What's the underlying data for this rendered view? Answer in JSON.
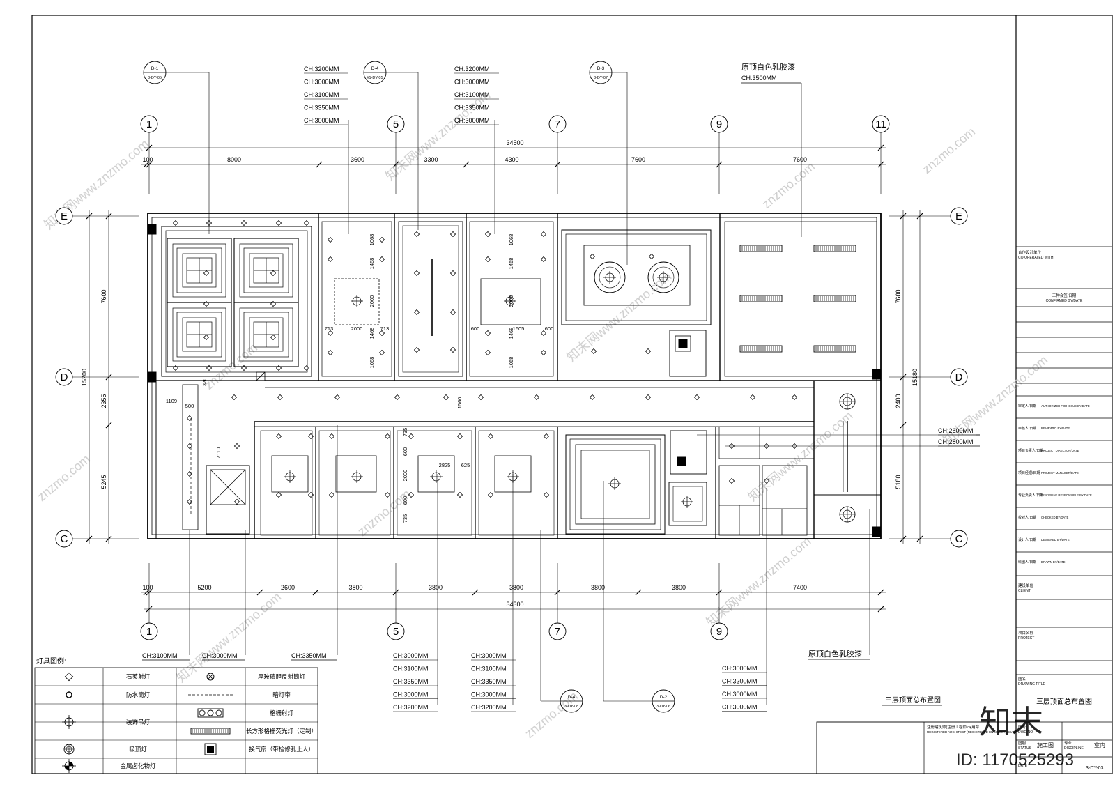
{
  "grid": {
    "top_axes": [
      "1",
      "5",
      "7",
      "9",
      "11"
    ],
    "bottom_axes": [
      "1",
      "5",
      "7",
      "9"
    ],
    "rows_left": [
      "E",
      "D",
      "C"
    ],
    "rows_right": [
      "E",
      "D",
      "C"
    ]
  },
  "dimensions": {
    "top_total": "34500",
    "top_segments": [
      "100",
      "8000",
      "3600",
      "3300",
      "4300",
      "7600",
      "7600"
    ],
    "bottom_total": "34300",
    "bottom_segments": [
      "100",
      "5200",
      "2600",
      "3800",
      "3800",
      "3800",
      "3800",
      "3800",
      "7400"
    ],
    "left_total": "15200",
    "left_segments": [
      "7600",
      "2355",
      "5245"
    ],
    "right_total": "15180",
    "right_segments": [
      "7600",
      "2400",
      "5180"
    ],
    "inner": [
      "1068",
      "1468",
      "2000",
      "1468",
      "1068",
      "713",
      "2000",
      "713",
      "1068",
      "1468",
      "2000",
      "1468",
      "1068",
      "600",
      "1605",
      "600",
      "1560",
      "735",
      "600",
      "2000",
      "600",
      "735",
      "2825",
      "625",
      "1109",
      "500",
      "7110",
      "370"
    ]
  },
  "callouts": {
    "d1": {
      "top": "D-1",
      "bottom": "3-DY-05"
    },
    "d4a": {
      "top": "D-4",
      "bottom": "#1-DY-05"
    },
    "d3": {
      "top": "D-3",
      "bottom": "3-DY-07"
    },
    "d4b": {
      "top": "D-4",
      "bottom": "3-DY-08"
    },
    "d2": {
      "top": "D-2",
      "bottom": "3-DY-06"
    }
  },
  "notes": {
    "ch_top_a": [
      "CH:3200MM",
      "CH:3000MM",
      "CH:3100MM",
      "CH:3350MM",
      "CH:3000MM"
    ],
    "ch_top_b": [
      "CH:3200MM",
      "CH:3000MM",
      "CH:3100MM",
      "CH:3350MM",
      "CH:3000MM"
    ],
    "paint_top": "原顶白色乳胶漆",
    "paint_top_ch": "CH:3500MM",
    "ch_right": [
      "CH:2600MM",
      "CH:2800MM"
    ],
    "ch_bottom_1": "CH:3100MM",
    "ch_bottom_2": "CH:3000MM",
    "ch_bottom_3": "CH:3350MM",
    "ch_bottom_a": [
      "CH:3000MM",
      "CH:3100MM",
      "CH:3350MM",
      "CH:3000MM",
      "CH:3200MM"
    ],
    "ch_bottom_b": [
      "CH:3000MM",
      "CH:3100MM",
      "CH:3350MM",
      "CH:3000MM",
      "CH:3200MM"
    ],
    "ch_bottom_c": [
      "CH:3000MM",
      "CH:3200MM",
      "CH:3000MM",
      "CH:3000MM"
    ],
    "paint_bottom": "原顶白色乳胶漆",
    "drawing_caption": "三层顶面总布置图"
  },
  "legend": {
    "title": "灯具图例:",
    "items": [
      {
        "icon": "downlight-icon",
        "label": "石英射灯"
      },
      {
        "icon": "reflector-lamp-icon",
        "label": "厚玻璃胆反射筒灯"
      },
      {
        "icon": "waterproof-lamp-icon",
        "label": "防水筒灯"
      },
      {
        "icon": "light-strip-icon",
        "label": "暗灯带"
      },
      {
        "icon": "pendant-lamp-icon",
        "label": "装饰吊灯"
      },
      {
        "icon": "grille-light-icon",
        "label": "格栅射灯"
      },
      {
        "icon": "fluorescent-icon",
        "label": "长方形格栅荧光灯（定制）"
      },
      {
        "icon": "ceiling-lamp-icon",
        "label": "吸顶灯"
      },
      {
        "icon": "exhaust-fan-icon",
        "label": "换气扇（带检修孔上人）"
      },
      {
        "icon": "metal-halide-icon",
        "label": "金属卤化物灯"
      }
    ]
  },
  "title_block": {
    "coop_cn": "合作设计单位",
    "coop_en": "CO-OPERATED WITH",
    "confirm_cn": "工种会签/日期",
    "confirm_en": "CONFIRMED BY/DATE",
    "roles": [
      {
        "cn": "审定人/日期",
        "en": "AUTHORIZED FOR ISSUE BY/DATE"
      },
      {
        "cn": "审核人/日期",
        "en": "REVIEWED BY/DATE"
      },
      {
        "cn": "项目负责人/日期",
        "en": "PROJECT DIRECTOR/DATE"
      },
      {
        "cn": "项目经理/日期",
        "en": "PROJECT MANAGER/DATE"
      },
      {
        "cn": "专业负责人/日期",
        "en": "DISCIPLINE RESPONSIBLE BY/DATE"
      },
      {
        "cn": "校对人/日期",
        "en": "CHECKED BY/DATE"
      },
      {
        "cn": "设计人/日期",
        "en": "DESIGNED BY/DATE"
      },
      {
        "cn": "绘图人/日期",
        "en": "DRAWN BY/DATE"
      }
    ],
    "client_cn": "建设单位",
    "client_en": "CLIENT",
    "project_cn": "项目名称",
    "project_en": "PROJECT",
    "title_cn": "图名",
    "title_en": "DRAWING TITLE",
    "drawing_title": "三层顶面总布置图",
    "no_cn": "图号",
    "no_en": "DWG NO",
    "status_cn": "图别",
    "status_en": "STATUS",
    "status_value": "施工图",
    "discipline_cn": "专业",
    "discipline_en": "DISCIPLINE",
    "discipline_value": "室内",
    "date_en": "DATE",
    "dwg_value": "3-DY-03",
    "reg_cn": "注册建筑师(注册工程师)专用章",
    "reg_en": "REGISTERED ARCHITECT (REGISTERED ENGINEER) SEAL"
  },
  "watermark": {
    "site": "znzmo.com",
    "brand": "知末网www.znzmo.com",
    "logo": "知末",
    "id": "ID: 1170525293"
  }
}
